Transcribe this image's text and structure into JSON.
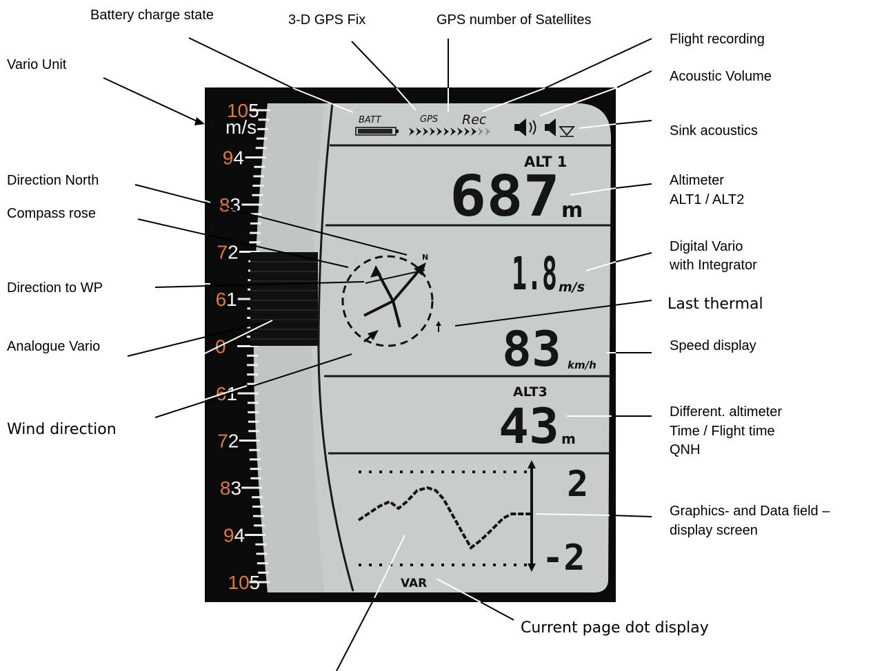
{
  "callouts": {
    "battery": "Battery charge state",
    "gps_fix": "3-D GPS Fix",
    "gps_sats": "GPS number of Satellites",
    "flight_rec": "Flight recording",
    "volume": "Acoustic Volume",
    "vario_unit": "Vario Unit",
    "sink": "Sink acoustics",
    "dir_north": "Direction North",
    "compass_rose": "Compass rose",
    "altimeter_1": "Altimeter",
    "altimeter_2": "ALT1 / ALT2",
    "digital_vario_1": "Digital Vario",
    "digital_vario_2": "with Integrator",
    "dir_wp": "Direction to WP",
    "last_thermal": "Last thermal",
    "analogue_vario": "Analogue Vario",
    "speed": "Speed display",
    "wind": "Wind direction",
    "diff_alt_1": "Different. altimeter",
    "diff_alt_2": "Time / Flight time",
    "diff_alt_3": "QNH",
    "graphics_1": "Graphics- and Data field –",
    "graphics_2": "display screen",
    "page_dot": "Current page dot display"
  },
  "display": {
    "batt_label": "BATT",
    "gps_label": "GPS",
    "rec_label": "Rec",
    "alt1_label": "ALT 1",
    "alt1_value": "687",
    "alt1_unit": "m",
    "vario_value": "1.8",
    "vario_unit": "m/s",
    "speed_value": "83",
    "speed_unit": "km/h",
    "alt3_label": "ALT3",
    "alt3_value": "43",
    "alt3_unit": "m",
    "north_label": "N",
    "graph_top": "2",
    "graph_bottom": "-2",
    "page_label": "VAR"
  },
  "scale": {
    "unit": "m/s",
    "left_digits": [
      "10",
      "9",
      "8",
      "7",
      "6",
      "0",
      "6",
      "7",
      "8",
      "9",
      "10"
    ],
    "right_digits": [
      "5",
      "4",
      "3",
      "2",
      "1",
      "",
      "1",
      "2",
      "3",
      "4",
      "5"
    ]
  },
  "colors": {
    "frame": "#0a0a0a",
    "lcd_background": "#c7cdca",
    "scale_orange": "#e07a3a",
    "scale_white": "#f4f4f4"
  }
}
